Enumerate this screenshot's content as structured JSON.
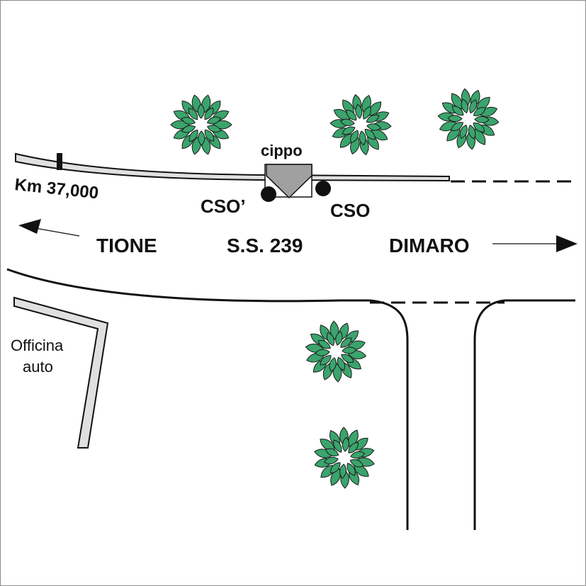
{
  "labels": {
    "km": "Km 37,000",
    "cippo": "cippo",
    "cso_prime": "CSO’",
    "cso": "CSO",
    "tione": "TIONE",
    "road": "S.S. 239",
    "dimaro": "DIMARO",
    "officina_line1": "Officina",
    "officina_line2": "auto"
  },
  "colors": {
    "tree_fill": "#3aa46c",
    "tree_stroke": "#1a1a1a",
    "cippo_fill": "#a0a0a0",
    "wall_fill": "#e0e0e0",
    "line": "#111111"
  },
  "icons": {
    "tree": "tree-icon",
    "arrow_left": "arrow-left-icon",
    "arrow_right": "arrow-right-icon",
    "station_marker": "station-marker-icon"
  }
}
